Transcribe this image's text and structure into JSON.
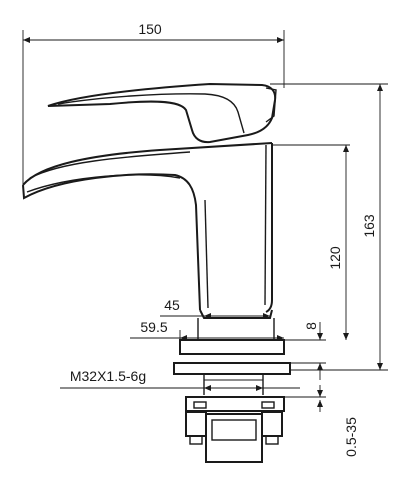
{
  "drawing": {
    "dimensions": {
      "overall_length": "150",
      "overall_height": "163",
      "spout_height": "120",
      "base_width_inner": "45",
      "base_width_outer": "59.5",
      "base_plate_height": "8",
      "thread": "M32X1.5-6g",
      "mount_range": "0.5-35"
    }
  }
}
